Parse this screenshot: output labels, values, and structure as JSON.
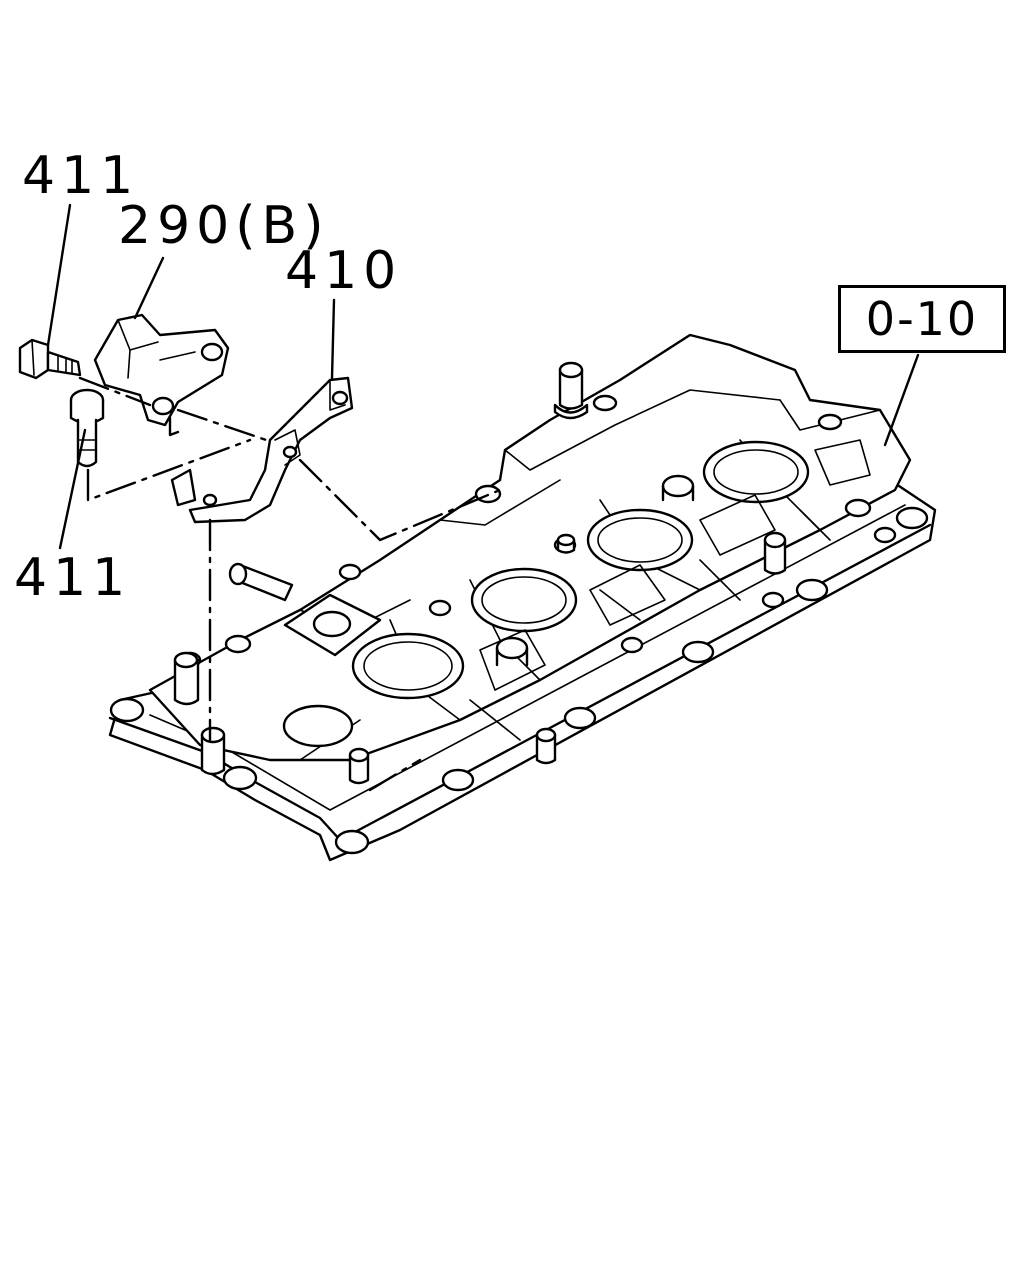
{
  "callouts": {
    "bolt_upper": "411",
    "sensor": "290(B)",
    "bracket": "410",
    "bolt_lower": "411",
    "reference": "0-10"
  },
  "colors": {
    "line": "#000000",
    "background": "#ffffff"
  }
}
